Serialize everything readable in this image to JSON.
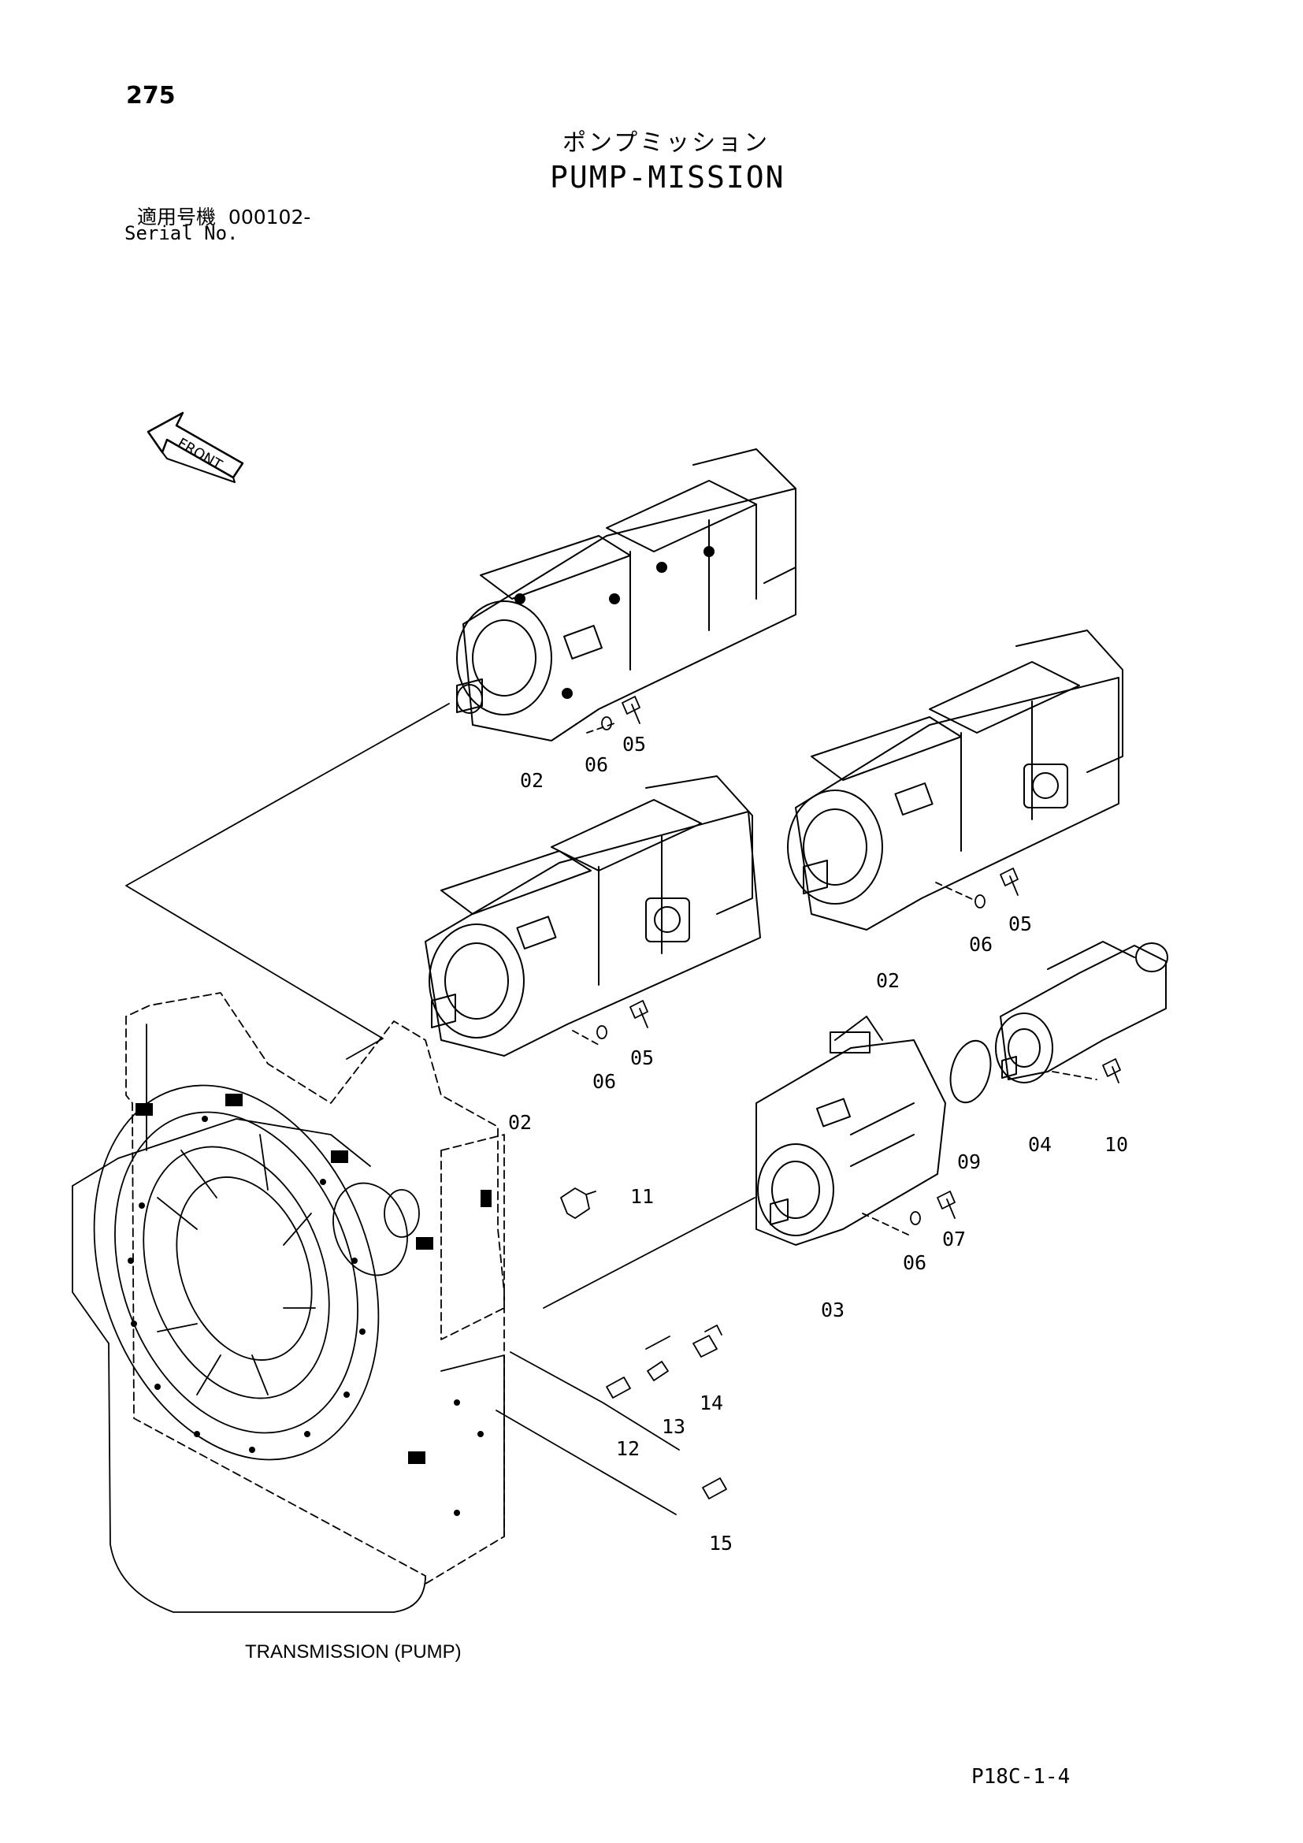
{
  "page_number": "275",
  "title_jp": "ポンプミッション",
  "title_en": "PUMP-MISSION",
  "serial_label_jp": "適用号機",
  "serial_value": "000102-",
  "serial_label_en": "Serial No.",
  "front_label": "FRONT",
  "transmission_caption": "TRANSMISSION (PUMP)",
  "page_reference": "P18C-1-4",
  "callouts": {
    "c02a": "02",
    "c06a": "06",
    "c05a": "05",
    "c02b": "02",
    "c06b": "06",
    "c05b": "05",
    "c02c": "02",
    "c06c": "06",
    "c05c": "05",
    "c09": "09",
    "c04": "04",
    "c10": "10",
    "c11": "11",
    "c03": "03",
    "c06d": "06",
    "c07": "07",
    "c12": "12",
    "c13": "13",
    "c14": "14",
    "c15": "15"
  }
}
